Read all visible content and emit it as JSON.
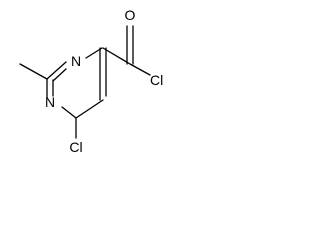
{
  "molecule": {
    "atoms": {
      "n1": "N",
      "n3": "N",
      "o": "O",
      "cl_acyl": "Cl",
      "cl_ring": "Cl"
    }
  }
}
